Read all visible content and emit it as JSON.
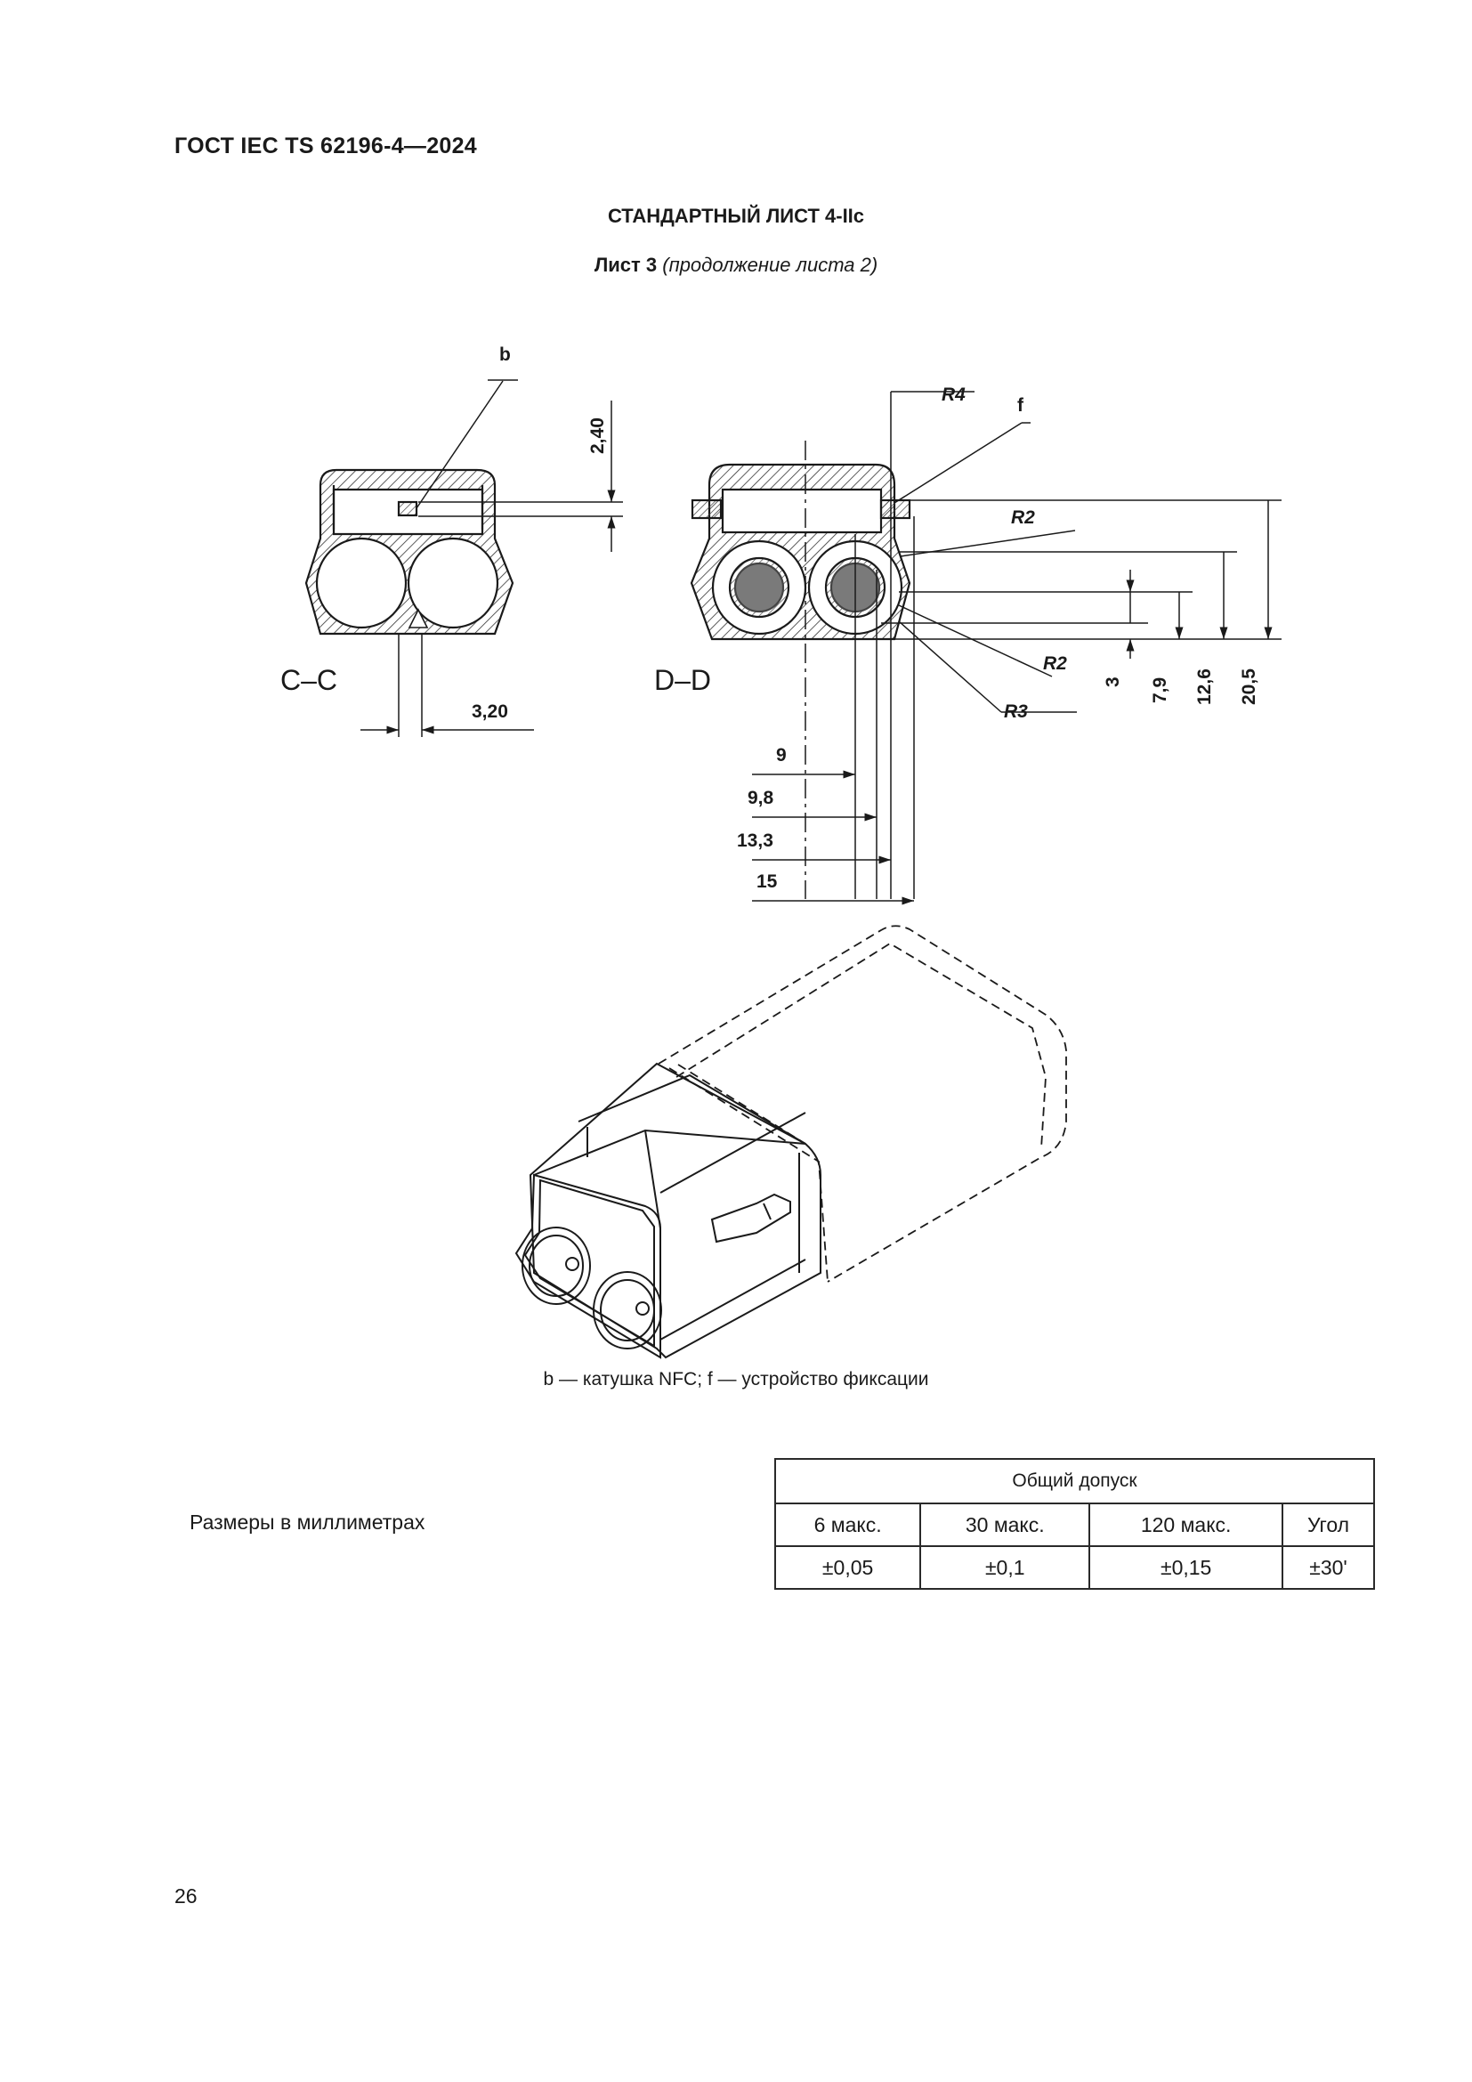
{
  "header": {
    "doc_id": "ГОСТ IEC TS 62196-4—2024"
  },
  "sheet": {
    "title": "СТАНДАРТНЫЙ ЛИСТ 4-IIc",
    "sub_bold": "Лист 3",
    "sub_italic": "(продолжение листа 2)"
  },
  "figure": {
    "section_cc": "C–C",
    "section_dd": "D–D",
    "label_b": "b",
    "label_f": "f",
    "dims_cc": {
      "v_240": "2,40",
      "h_320": "3,20"
    },
    "dims_dd": {
      "r4": "R4",
      "r2_top": "R2",
      "r2_bottom": "R2",
      "r3": "R3",
      "v_3": "3",
      "v_79": "7,9",
      "v_126": "12,6",
      "v_205": "20,5",
      "h_9": "9",
      "h_98": "9,8",
      "h_133": "13,3",
      "h_15": "15"
    },
    "caption": "b — катушка NFC; f — устройство фиксации"
  },
  "units_note": "Размеры в миллиметрах",
  "tolerance_table": {
    "title": "Общий допуск",
    "headers": [
      "6 макс.",
      "30 макс.",
      "120 макс.",
      "Угол"
    ],
    "values": [
      "±0,05",
      "±0,1",
      "±0,15",
      "±30'"
    ]
  },
  "page_number": "26"
}
